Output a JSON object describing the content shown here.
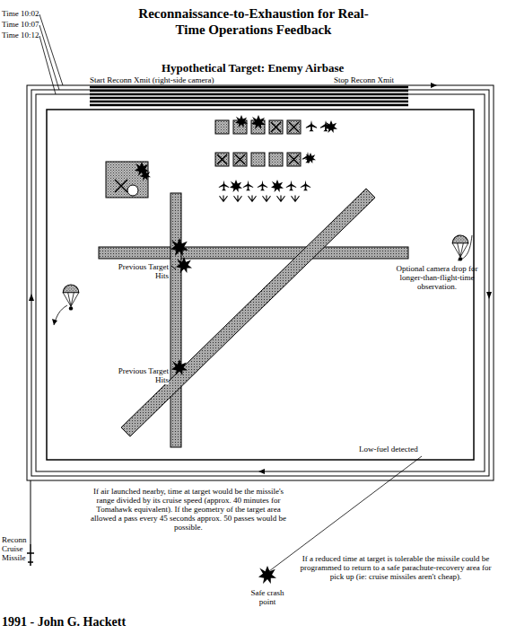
{
  "diagram": {
    "title": "Reconnaissance-to-Exhaustion for Real-Time Operations Feedback",
    "labels": [
      "Hypothetical Target: Enemy Airbase",
      "Time 10:02",
      "Time 10:07",
      "Time 10:12",
      "Start Reconn Xmit (right-side camera)",
      "Stop Reconn Xmit",
      "Previous Target Hits",
      "Previous Target Hits",
      "Optional camera drop for longer-than-flight-time observation.",
      "Low-fuel detected",
      "If air launched nearby, time at target would be the missile's range divided by its cruise speed (approx. 40 minutes for Tomahawk equivalent). If the geometry of the target area allowed a pass every 45 seconds approx. 50 passes would be possible.",
      "If a reduced time at target is tolerable the missile could be programmed to return to a safe parachute-recovery area for pick up (ie: cruise missiles aren't cheap).",
      "Safe crash point",
      "Reconn Cruise Missile",
      "1991 - John G. Hackett"
    ]
  }
}
